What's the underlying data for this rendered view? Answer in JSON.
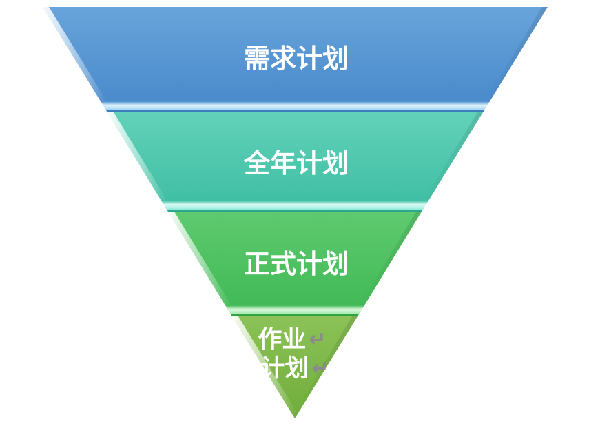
{
  "diagram": {
    "type": "inverted-pyramid",
    "background_color": "#ffffff",
    "label_color": "#ffffff",
    "return_mark": "↵",
    "return_mark_color": "#8a8a8a",
    "levels": [
      {
        "label": "需求计划",
        "color_top": "#68a4db",
        "color_bottom": "#4a8bcc",
        "bevel_highlight": "#dff2ff",
        "separator": "#3c7ec2"
      },
      {
        "label": "全年计划",
        "color_top": "#62d2ba",
        "color_bottom": "#41bfa4",
        "bevel_highlight": "#dcfcf6",
        "separator": "#2da88e"
      },
      {
        "label": "正式计划",
        "color_top": "#5fca70",
        "color_bottom": "#42ba56",
        "bevel_highlight": "#dcf8dd",
        "separator": "#31a447"
      },
      {
        "label_line1": "作业",
        "label_line2": "计划",
        "color_top": "#8cc257",
        "color_bottom": "#70ad3b"
      }
    ]
  }
}
